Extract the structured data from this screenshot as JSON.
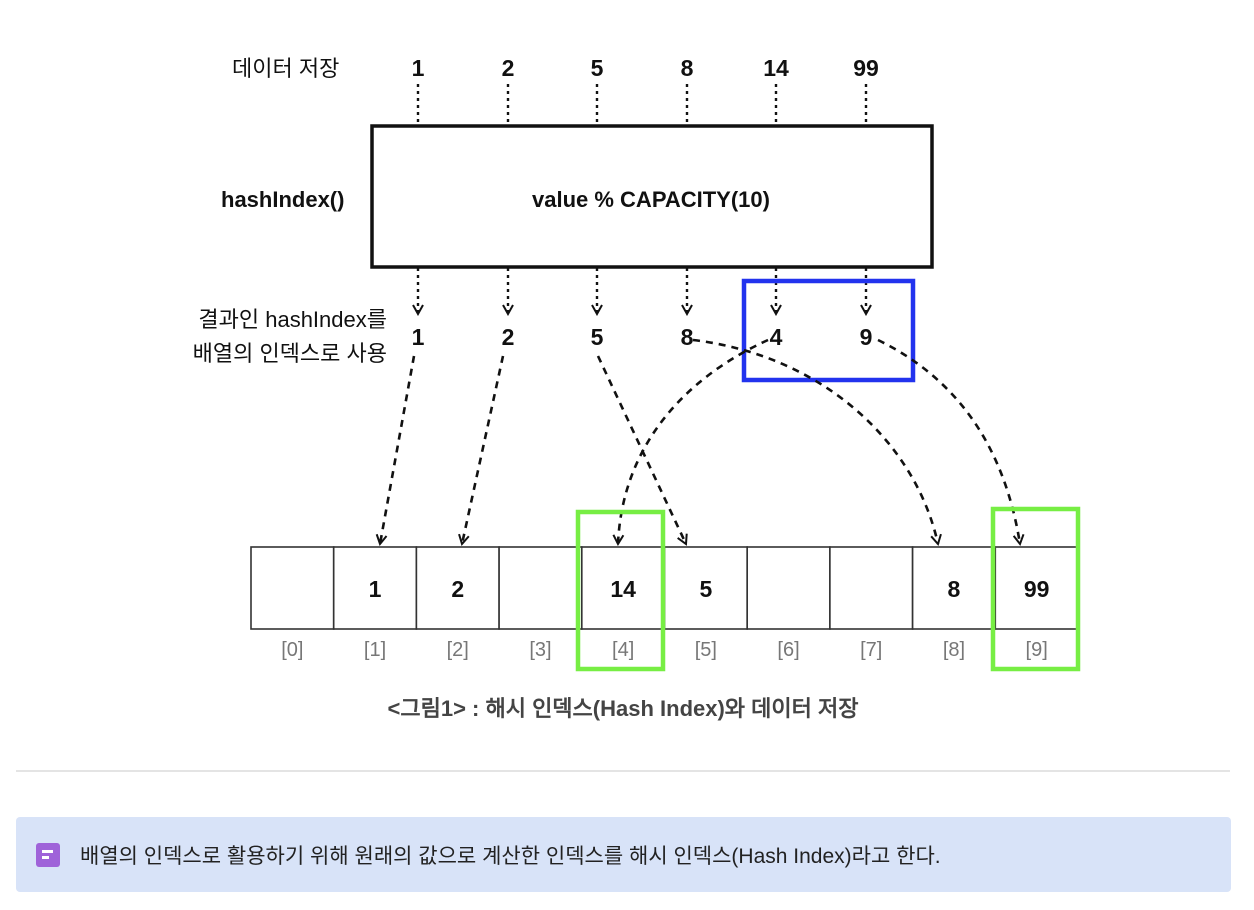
{
  "diagram": {
    "label_store": "데이터 저장",
    "label_func": "hashIndex()",
    "formula": "value % CAPACITY(10)",
    "label_result_1": "결과인 hashIndex를",
    "label_result_2": "배열의 인덱스로 사용",
    "inputs": [
      "1",
      "2",
      "5",
      "8",
      "14",
      "99"
    ],
    "hash_results": [
      "1",
      "2",
      "5",
      "8",
      "4",
      "9"
    ],
    "array_cells": [
      "",
      "1",
      "2",
      "",
      "14",
      "5",
      "",
      "",
      "8",
      "99"
    ],
    "array_indices": [
      "[0]",
      "[1]",
      "[2]",
      "[3]",
      "[4]",
      "[5]",
      "[6]",
      "[7]",
      "[8]",
      "[9]"
    ],
    "caption": "<그림1> : 해시 인덱스(Hash Index)와 데이터 저장",
    "colors": {
      "highlight_blue": "#2233ee",
      "highlight_green": "#77ee44"
    }
  },
  "note": {
    "icon": "note-icon",
    "text": "배열의 인덱스로 활용하기 위해 원래의 값으로 계산한 인덱스를 해시 인덱스(Hash Index)라고 한다."
  }
}
